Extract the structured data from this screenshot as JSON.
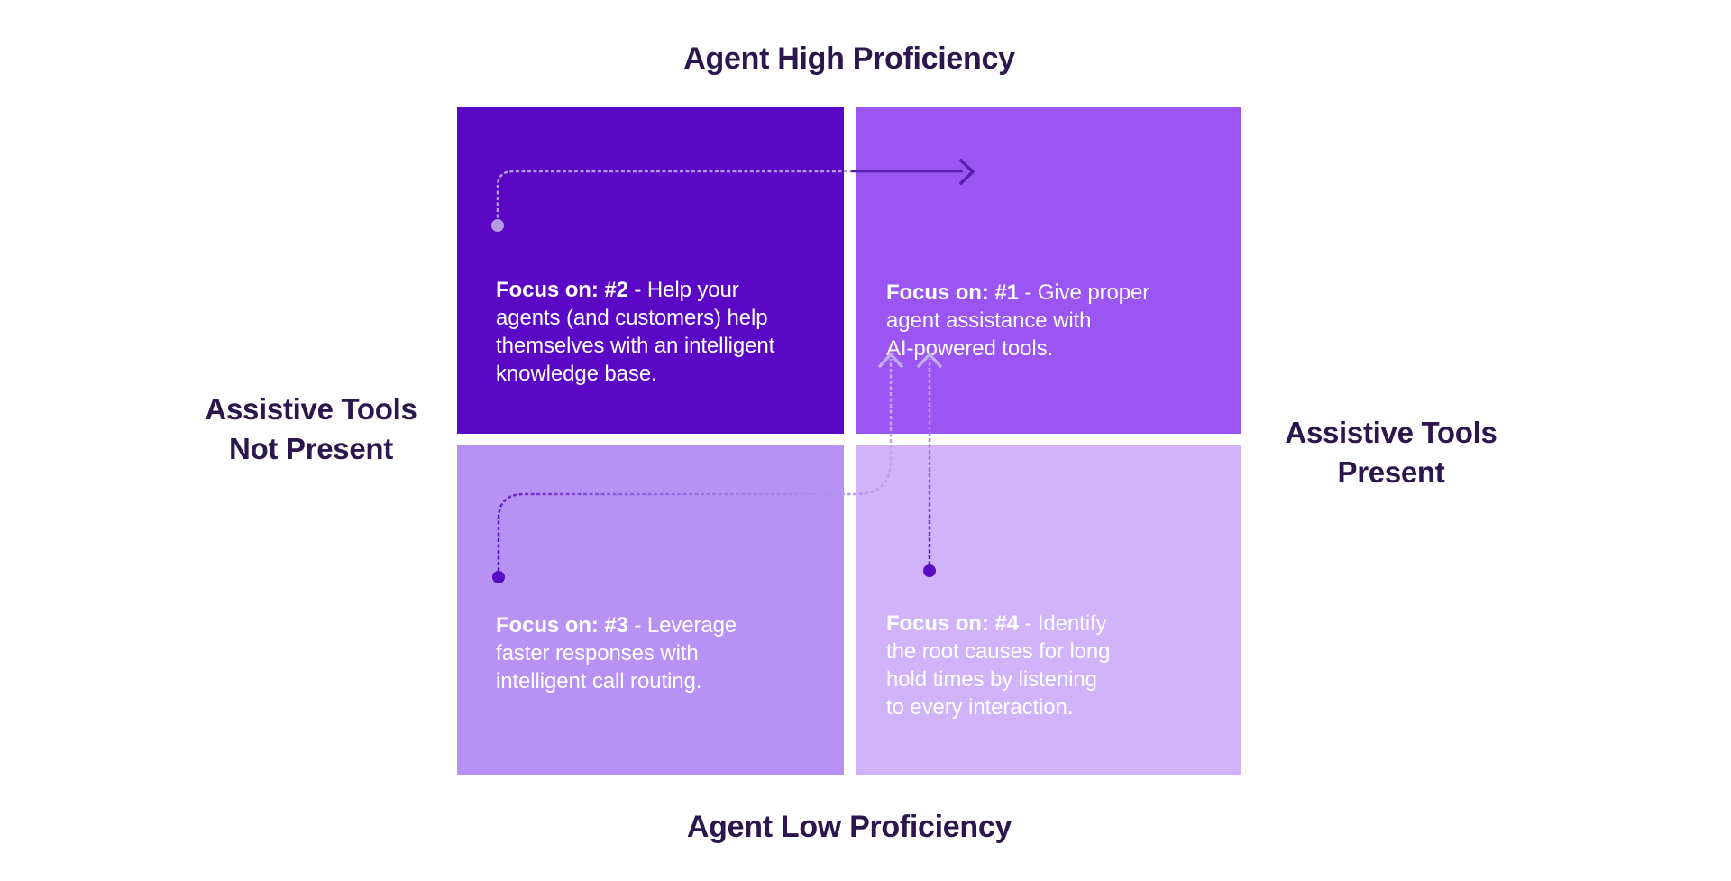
{
  "matrix": {
    "axis_labels": {
      "top": "Agent High Proficiency",
      "bottom": "Agent Low Proficiency",
      "left": "Assistive Tools\nNot Present",
      "right": "Assistive Tools\nPresent"
    },
    "quadrants": {
      "top_left": {
        "heading": "Focus on: #2",
        "body": " - Help your\nagents (and customers) help\nthemselves with an intelligent\nknowledge base.",
        "color": "#5A08C6"
      },
      "top_right": {
        "heading": "Focus on: #1",
        "body": " - Give proper\nagent assistance with\nAI-powered tools.",
        "color": "#9A55F3"
      },
      "bottom_left": {
        "heading": "Focus on: #3",
        "body": " - Leverage\nfaster responses with\nintelligent call routing.",
        "color": "#B891F5"
      },
      "bottom_right": {
        "heading": "Focus on: #4",
        "body": " - Identify\nthe root causes for long\nhold times by listening\nto every interaction.",
        "color": "#D0B3F8"
      }
    },
    "arrows": [
      {
        "id": "arrow-2-to-1",
        "from": "Focus on: #2",
        "to": "Focus on: #1"
      },
      {
        "id": "arrow-3-to-1",
        "from": "Focus on: #3",
        "to": "Focus on: #1"
      },
      {
        "id": "arrow-4-to-1",
        "from": "Focus on: #4",
        "to": "Focus on: #1"
      }
    ],
    "colors": {
      "background": "#FFFFFF",
      "axis_label_text": "#2B174D",
      "quadrant_text": "#FFFFFF",
      "arrow_light": "#B49BE2",
      "arrow_dark": "#5A0CC4",
      "arrow_dark_on_light": "#5A1EAE"
    }
  }
}
